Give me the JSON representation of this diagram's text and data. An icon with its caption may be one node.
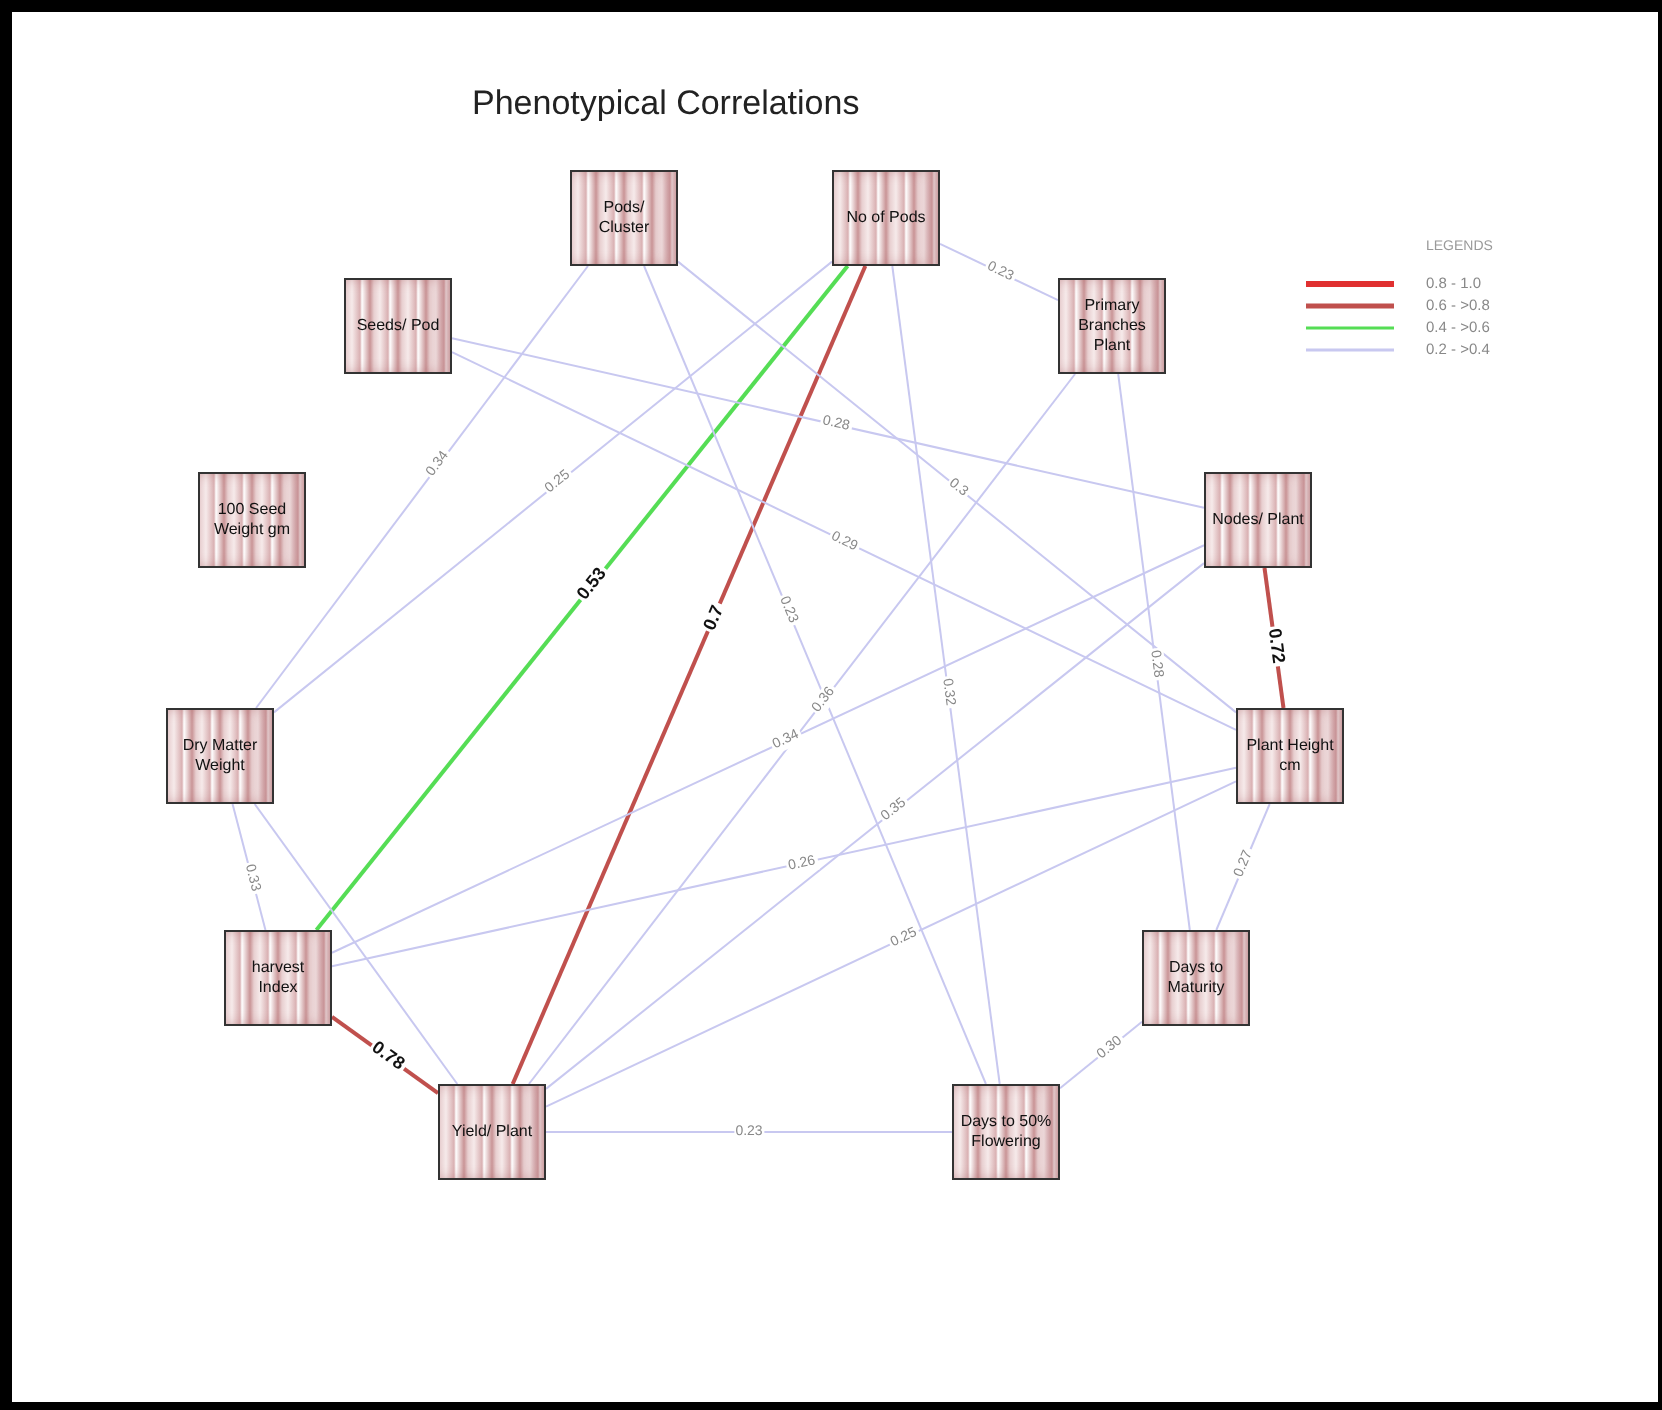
{
  "diagram": {
    "title": "Phenotypical Correlations",
    "nodes": [
      {
        "text": [
          "Pods/ Cluster"
        ]
      },
      {
        "text": [
          "No of Pods"
        ]
      },
      {
        "text": [
          "Seeds/ Pod"
        ]
      },
      {
        "text": [
          "Primary Branches Plant"
        ]
      },
      {
        "text": [
          "100 Seed Weight gm"
        ]
      },
      {
        "text": [
          "Nodes/ Plant"
        ]
      },
      {
        "text": [
          "Dry Matter Weight"
        ]
      },
      {
        "text": [
          "Plant Height cm"
        ]
      },
      {
        "text": [
          "harvest Index"
        ]
      },
      {
        "text": [
          "Days to Maturity"
        ]
      },
      {
        "text": [
          "Yield/ Plant"
        ]
      },
      {
        "text": [
          "Days to 50% Flowering"
        ]
      }
    ],
    "edges": [
      {
        "from": 1,
        "to": 10,
        "arrow": "none",
        "label": "0.7",
        "color": "#c0504d"
      },
      {
        "from": 1,
        "to": 8,
        "arrow": "none",
        "label": "0.53",
        "color": "#55dd55"
      },
      {
        "from": 8,
        "to": 10,
        "arrow": "none",
        "label": "0.78",
        "color": "#c0504d"
      },
      {
        "from": 5,
        "to": 7,
        "arrow": "none",
        "label": "0.72",
        "color": "#c0504d"
      },
      {
        "from": 0,
        "to": 6,
        "arrow": "none",
        "label": "0.34"
      },
      {
        "from": 1,
        "to": 6,
        "arrow": "none",
        "label": "0.25"
      },
      {
        "from": 1,
        "to": 3,
        "arrow": "none",
        "label": "0.23"
      },
      {
        "from": 2,
        "to": 5,
        "arrow": "none",
        "label": "0.28"
      },
      {
        "from": 2,
        "to": 7,
        "arrow": "none",
        "label": "0.29"
      },
      {
        "from": 0,
        "to": 7,
        "arrow": "none",
        "label": "0.3"
      },
      {
        "from": 0,
        "to": 11,
        "arrow": "none",
        "label": "0.23"
      },
      {
        "from": 1,
        "to": 11,
        "arrow": "none",
        "label": "0.32"
      },
      {
        "from": 3,
        "to": 10,
        "arrow": "none",
        "label": "0.36"
      },
      {
        "from": 3,
        "to": 9,
        "arrow": "none",
        "label": "0.28"
      },
      {
        "from": 5,
        "to": 8,
        "arrow": "none",
        "label": "0.34"
      },
      {
        "from": 5,
        "to": 10,
        "arrow": "none",
        "label": "0.35"
      },
      {
        "from": 7,
        "to": 8,
        "arrow": "none",
        "label": "0.26"
      },
      {
        "from": 7,
        "to": 10,
        "arrow": "none",
        "label": "0.25"
      },
      {
        "from": 7,
        "to": 9,
        "arrow": "none",
        "label": "0.27"
      },
      {
        "from": 9,
        "to": 11,
        "arrow": "none",
        "label": "0.30"
      },
      {
        "from": 10,
        "to": 11,
        "arrow": "none",
        "label": "0.23"
      },
      {
        "from": 6,
        "to": 8,
        "arrow": "none",
        "label": "0.33"
      },
      {
        "from": 6,
        "to": 10,
        "arrow": "none"
      }
    ],
    "labels": [
      "LEGENDS"
    ],
    "legend": [
      {
        "text": "0.8 - 1.0"
      },
      {
        "text": "0.6 - >0.8"
      },
      {
        "text": "0.4 - >0.6"
      },
      {
        "text": "0.2 - >0.4"
      }
    ]
  }
}
